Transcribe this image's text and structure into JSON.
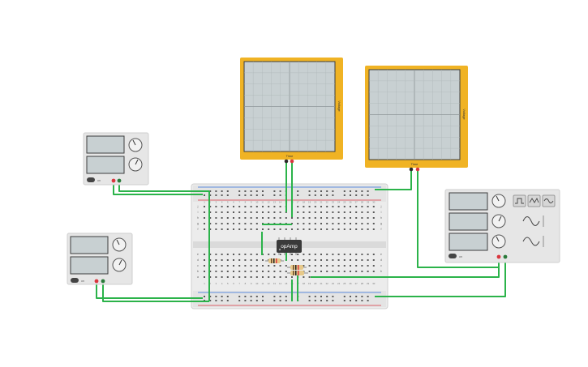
{
  "oscilloscopes": [
    {
      "x_label": "Time",
      "y_label": "Voltage"
    },
    {
      "x_label": "Time",
      "y_label": "Voltage"
    }
  ],
  "opamp_label": "opAmp",
  "supply_button_label": "on",
  "generator": {
    "button_label": "on",
    "waveform_icons": [
      "square-wave-icon",
      "triangle-wave-icon",
      "sine-wave-icon"
    ]
  },
  "breadboard": {
    "row_letters_top": [
      "j",
      "i",
      "h",
      "g",
      "f"
    ],
    "row_letters_bottom": [
      "e",
      "d",
      "c",
      "b",
      "a"
    ],
    "column_count": 30
  },
  "colors": {
    "wire": "#2bb34a",
    "scope_frame": "#f0b324",
    "scope_screen": "#c8d0d2",
    "instrument_body": "#e6e6e6",
    "breadboard": "#ececec",
    "rail_red": "#d9363e",
    "rail_blue": "#2f6fdc"
  }
}
